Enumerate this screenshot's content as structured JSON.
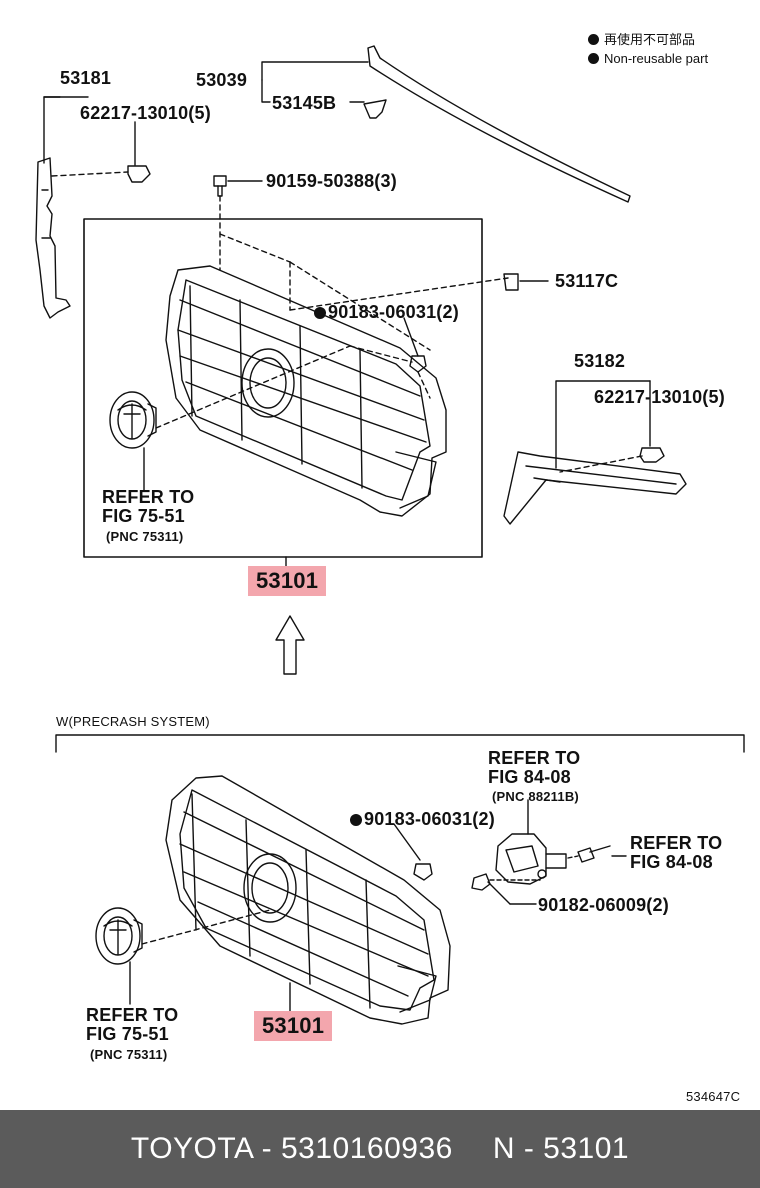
{
  "legend": {
    "non_reusable_jp": "再使用不可部品",
    "non_reusable_en": "Non-reusable part"
  },
  "labels": {
    "p53181": "53181",
    "p62217_left": "62217-13010(5)",
    "p53039": "53039",
    "p53145b": "53145B",
    "p90159": "90159-50388(3)",
    "p53117c": "53117C",
    "p90183_top": "90183-06031(2)",
    "p53182": "53182",
    "p62217_right": "62217-13010(5)",
    "refer_top_1": "REFER TO",
    "refer_top_2": "FIG 75-51",
    "refer_top_3": "(PNC 75311)",
    "p53101_top": "53101",
    "section_title": "W(PRECRASH SYSTEM)",
    "refer_radar_1": "REFER TO",
    "refer_radar_2": "FIG 84-08",
    "refer_radar_3": "(PNC 88211B)",
    "p90183_bottom": "90183-06031(2)",
    "refer_bolt_1": "REFER TO",
    "refer_bolt_2": "FIG 84-08",
    "p90182": "90182-06009(2)",
    "refer_bottom_1": "REFER TO",
    "refer_bottom_2": "FIG 75-51",
    "refer_bottom_3": "(PNC 75311)",
    "p53101_bottom": "53101",
    "diagram_code": "534647C"
  },
  "footer": {
    "brand_part": "TOYOTA - 5310160936",
    "pnc": "N - 53101"
  },
  "colors": {
    "highlight": "#f3a6ad",
    "footer_bg": "#5b5b5b"
  }
}
